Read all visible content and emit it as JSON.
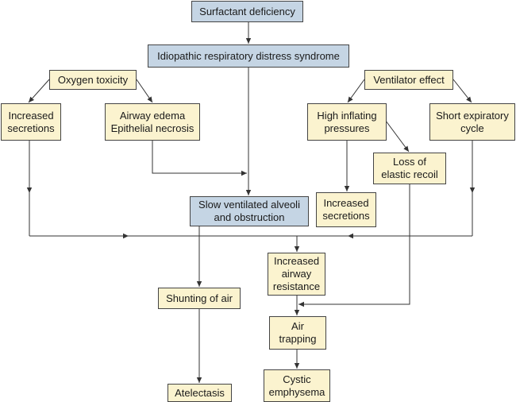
{
  "colors": {
    "primary_fill": "#c5d5e4",
    "secondary_fill": "#fbf3cf",
    "border": "#444444",
    "line": "#333333"
  },
  "nodes": {
    "surfactant_deficiency": "Surfactant deficiency",
    "idiopathic_rds": "Idiopathic respiratory distress syndrome",
    "oxygen_toxicity": "Oxygen toxicity",
    "ventilator_effect": "Ventilator effect",
    "increased_secretions_left": "Increased\nsecretions",
    "airway_edema": "Airway edema\nEpithelial necrosis",
    "high_inflating_pressures": "High inflating\npressures",
    "short_expiratory_cycle": "Short expiratory\ncycle",
    "loss_of_elastic_recoil": "Loss of\nelastic recoil",
    "slow_ventilated_alveoli": "Slow ventilated alveoli\nand obstruction",
    "increased_secretions_right": "Increased\nsecretions",
    "increased_airway_resistance": "Increased\nairway\nresistance",
    "shunting_of_air": "Shunting of air",
    "air_trapping": "Air\ntrapping",
    "atelectasis": "Atelectasis",
    "cystic_emphysema": "Cystic\nemphysema"
  }
}
